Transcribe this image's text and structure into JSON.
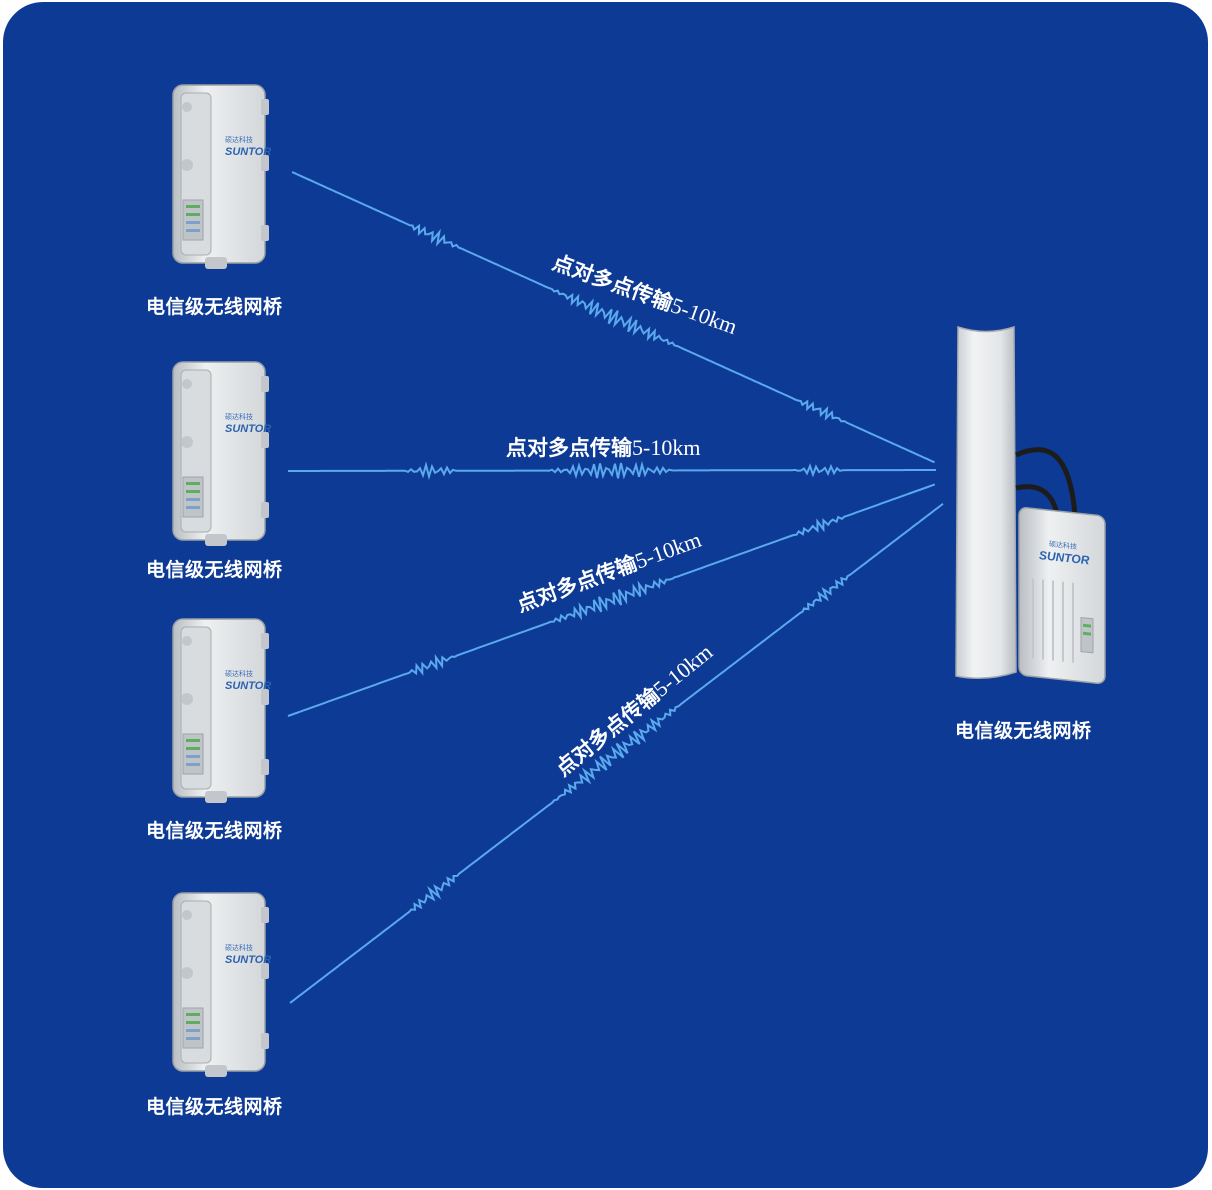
{
  "remote_devices": [
    {
      "label": "电信级无线网桥",
      "logo_cn": "硕达科技",
      "logo_en": "SUNTOR"
    },
    {
      "label": "电信级无线网桥",
      "logo_cn": "硕达科技",
      "logo_en": "SUNTOR"
    },
    {
      "label": "电信级无线网桥",
      "logo_cn": "硕达科技",
      "logo_en": "SUNTOR"
    },
    {
      "label": "电信级无线网桥",
      "logo_cn": "硕达科技",
      "logo_en": "SUNTOR"
    }
  ],
  "base_station": {
    "label": "电信级无线网桥",
    "logo_cn": "硕达科技",
    "logo_en": "SUNTOR"
  },
  "links": [
    {
      "label_cn": "点对多点传输",
      "label_range": "5-10km"
    },
    {
      "label_cn": "点对多点传输",
      "label_range": "5-10km"
    },
    {
      "label_cn": "点对多点传输",
      "label_range": "5-10km"
    },
    {
      "label_cn": "点对多点传输",
      "label_range": "5-10km"
    }
  ],
  "colors": {
    "background": "#0d3a94",
    "signal": "#5aa9ee",
    "device": "#e9ecee"
  }
}
